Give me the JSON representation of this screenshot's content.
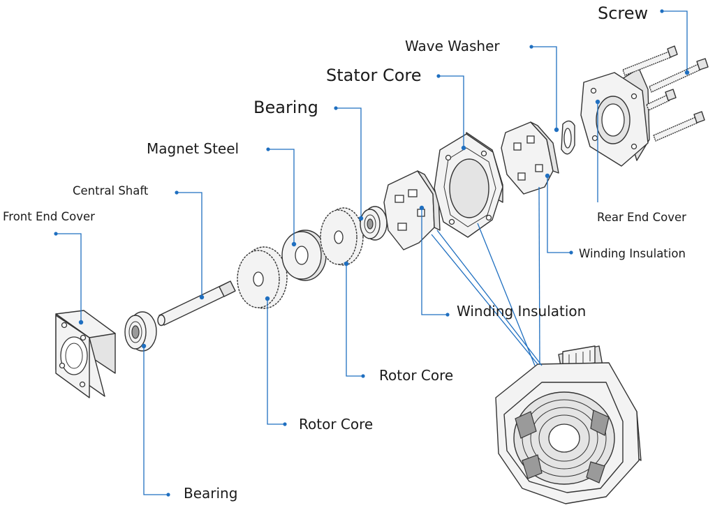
{
  "labels": {
    "screw": "Screw",
    "wave_washer": "Wave Washer",
    "stator_core": "Stator Core",
    "bearing_top": "Bearing",
    "magnet_steel": "Magnet Steel",
    "central_shaft": "Central Shaft",
    "front_end_cover": "Front End Cover",
    "rear_end_cover": "Rear End Cover",
    "winding_insulation_right": "Winding Insulation",
    "winding_insulation_center": "Winding Insulation",
    "rotor_core_upper": "Rotor Core",
    "rotor_core_lower": "Rotor Core",
    "bearing_bottom": "Bearing"
  },
  "colors": {
    "leader": "#1f6fc0",
    "part_outline": "#333333",
    "part_fill": "#f3f3f3",
    "text": "#1b1b1b"
  }
}
